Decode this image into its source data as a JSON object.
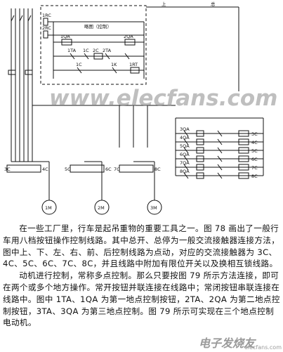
{
  "diagram": {
    "labels": {
      "box": "略图（控制）",
      "rc1": "1RC",
      "rc2": "2RC",
      "qa1": "1QA",
      "qa2": "2QA",
      "ta1": "1TA",
      "ta2": "2TA",
      "k1": "1C",
      "k2": "2C",
      "k3": "1C",
      "k4": "1K",
      "k5": "1RT",
      "c3": "3C",
      "c4": "4C",
      "c5": "5C",
      "c6": "6C",
      "c7": "7C",
      "c8": "8C",
      "m1": "1M",
      "m2": "2M",
      "m3": "3M",
      "b1": "3QA",
      "b2": "4QA",
      "b3": "5QA",
      "b4": "6QA",
      "b5": "7QA",
      "b6": "8QA",
      "r1": "3C",
      "r2": "4C",
      "r3": "5C",
      "r4": "6C",
      "r5": "7C",
      "r6": "8C",
      "top1": "上",
      "top2": "总"
    },
    "watermark": "www.elecfans.com"
  },
  "text": {
    "paragraph1": "在一些工厂里，行车是起吊重物的重要工具之一。图 78 画出了一般行车用八档按钮操作控制线路。其中总开、总停为一般交流接触器连接方法，图中上、下、左、右、前、后控制线路为点动，对应的交流接触器为 3C、4C、5C、6C、7C、8C，并且线路中附加有限位开关以及换相互锁线路。",
    "paragraph2": "动机进行控制，常称多点控制。那么只要按图 79 所示方法连接，即可在两个或多个地方操作。常开按钮并联连接在线路中；常闭按钮串联连接在线路中。图中 1TA、1QA 为第一地点控制按钮，2TA、2QA 为第二地点控制按钮，3TA、3QA 为第三地点控制。图 79 所示可实现在三个地点控制电动机。"
  },
  "logo": {
    "big": "电子发烧友",
    "small": "elecfans.com"
  }
}
